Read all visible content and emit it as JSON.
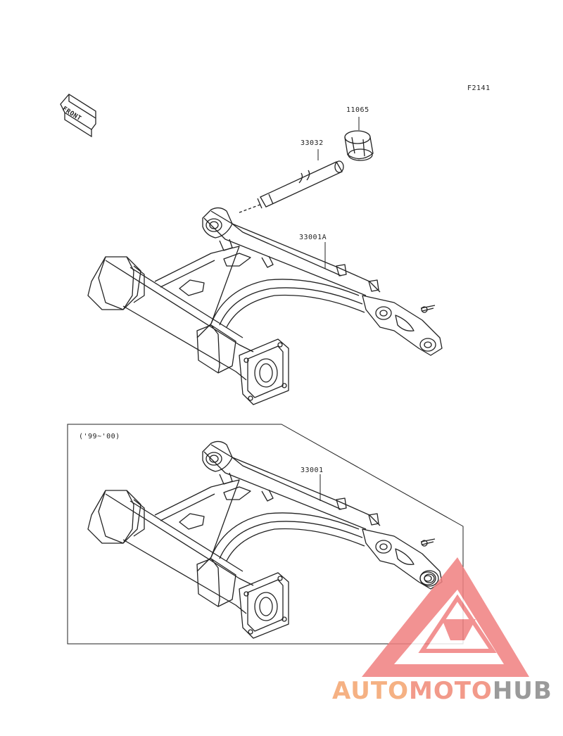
{
  "diagram": {
    "figure_code": "F2141",
    "front_label": "FRONT",
    "variant_label": "('99~'00)",
    "parts": {
      "p11065": "11065",
      "p33032": "33032",
      "p33001A": "33001A",
      "p33001": "33001"
    }
  },
  "watermark": {
    "part1": "AUTO",
    "part2": "MOTO",
    "part3": "HUB",
    "colors": {
      "part1": "#f5b183",
      "part2": "#f29a8a",
      "part3": "#9a9a9a",
      "triangle": "#f08080"
    }
  }
}
